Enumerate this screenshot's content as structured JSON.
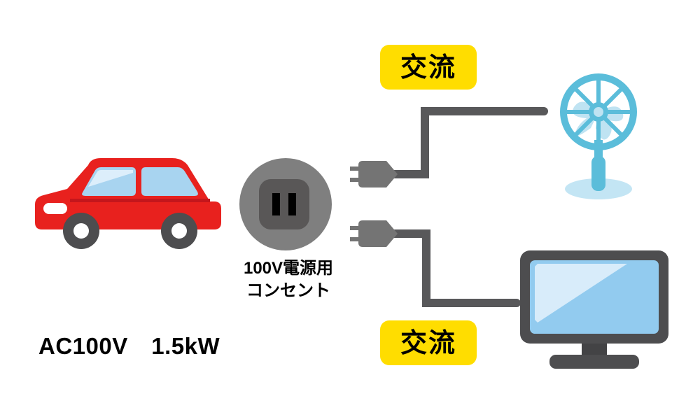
{
  "diagram": {
    "title": "AC 100V power supply from vehicle outlet to appliances",
    "background_color": "#ffffff"
  },
  "vehicle": {
    "icon": "red-car",
    "body_color": "#e8211e",
    "body_shadow_color": "#c4161c",
    "window_color": "#a8d4f0",
    "window_highlight_color": "#d6ecfb",
    "wheel_color": "#4d4d4f",
    "hub_color": "#ffffff",
    "spec_label": "AC100V　1.5kW"
  },
  "outlet": {
    "icon": "power-outlet",
    "ring_color": "#7f7f7f",
    "plate_color": "#595757",
    "slot_color": "#000000",
    "label_line1": "100V電源用",
    "label_line2": "コンセント"
  },
  "badges": [
    {
      "name": "ac-badge-fan",
      "text": "交流",
      "background_color": "#ffdd00",
      "text_color": "#000000"
    },
    {
      "name": "ac-badge-tv",
      "text": "交流",
      "background_color": "#ffdd00",
      "text_color": "#000000"
    }
  ],
  "cables": [
    {
      "name": "cable-to-fan",
      "plug_icon": "ac-plug",
      "plug_color": "#747474",
      "cord_color": "#58585a",
      "route": "right-up-right"
    },
    {
      "name": "cable-to-tv",
      "plug_icon": "ac-plug",
      "plug_color": "#747474",
      "cord_color": "#58585a",
      "route": "right-down-right"
    }
  ],
  "appliances": [
    {
      "name": "electric-fan",
      "icon": "fan",
      "guard_color": "#5bbdda",
      "blade_color": "#bfe3f2",
      "base_color": "#c3e5f4"
    },
    {
      "name": "television",
      "icon": "tv-monitor",
      "bezel_color": "#4d4d4f",
      "screen_color": "#92cbef",
      "screen_highlight_color": "#d8ecfa",
      "stand_color": "#4d4d4f"
    }
  ]
}
